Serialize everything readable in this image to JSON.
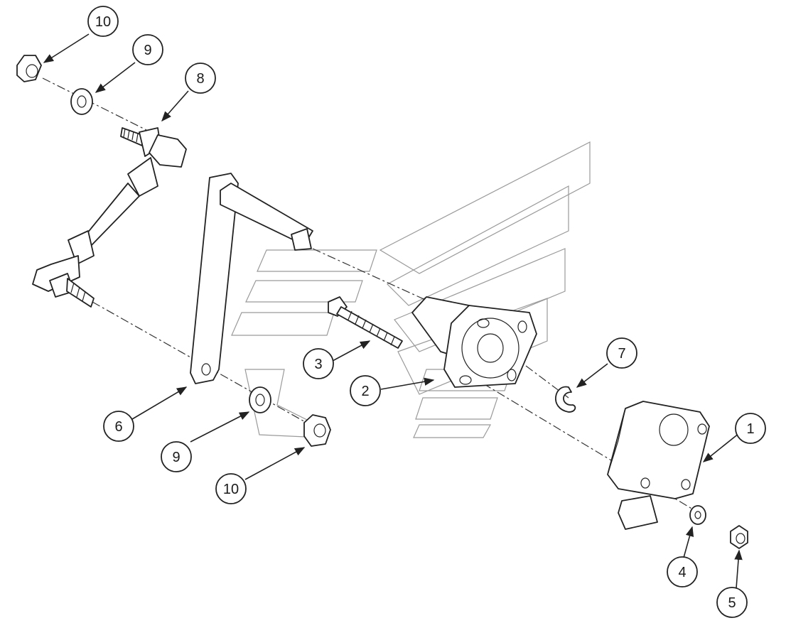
{
  "diagram": {
    "callouts": [
      {
        "id": "c10a",
        "label": "10"
      },
      {
        "id": "c9a",
        "label": "9"
      },
      {
        "id": "c8",
        "label": "8"
      },
      {
        "id": "c3",
        "label": "3"
      },
      {
        "id": "c2",
        "label": "2"
      },
      {
        "id": "c7",
        "label": "7"
      },
      {
        "id": "c1",
        "label": "1"
      },
      {
        "id": "c6",
        "label": "6"
      },
      {
        "id": "c9b",
        "label": "9"
      },
      {
        "id": "c10b",
        "label": "10"
      },
      {
        "id": "c4",
        "label": "4"
      },
      {
        "id": "c5",
        "label": "5"
      }
    ]
  }
}
